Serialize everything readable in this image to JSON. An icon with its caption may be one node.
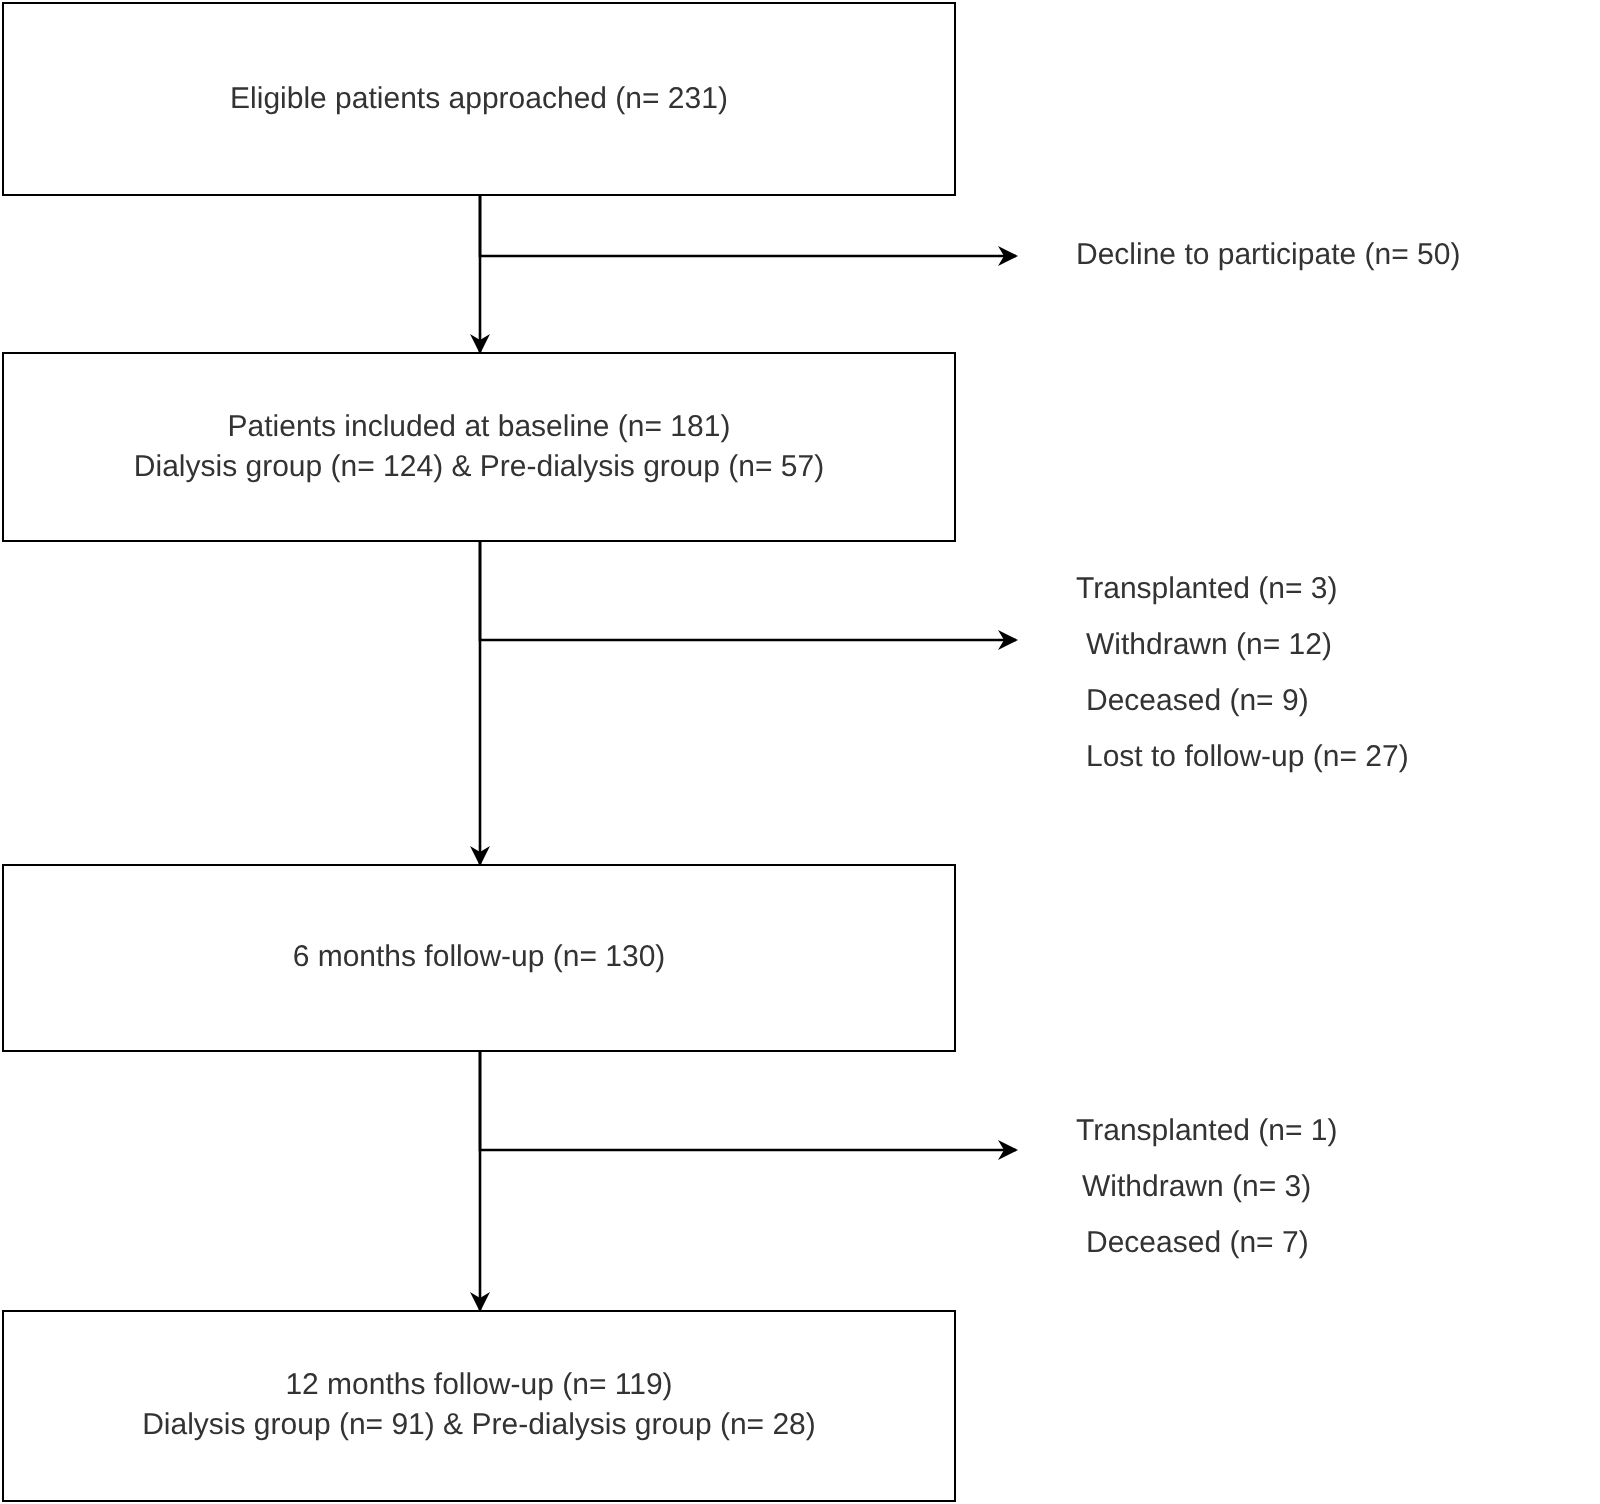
{
  "diagram": {
    "nodes": [
      {
        "text": [
          "Eligible patients approached (n= 231)"
        ]
      },
      {
        "text": [
          "Decline to participate (n= 50)"
        ]
      },
      {
        "text": [
          "Patients included at baseline (n= 181)",
          "Dialysis group (n= 124) & Pre-dialysis group (n= 57)"
        ]
      },
      {
        "text": [
          "Transplanted (n= 3)",
          "Withdrawn (n= 12)",
          "Deceased (n= 9)",
          "Lost to follow-up (n= 27)"
        ]
      },
      {
        "text": [
          "6 months follow-up (n= 130)"
        ]
      },
      {
        "text": [
          "Transplanted (n= 1)",
          "Withdrawn (n= 3)",
          "Deceased (n= 7)"
        ]
      },
      {
        "text": [
          "12 months follow-up (n= 119)",
          "Dialysis group (n= 91) & Pre-dialysis group (n= 28)"
        ]
      }
    ],
    "edges": [
      {
        "from": 0,
        "to": 2,
        "arrow": "to"
      },
      {
        "from": 0,
        "to": 1,
        "arrow": "to"
      },
      {
        "from": 2,
        "to": 4,
        "arrow": "to"
      },
      {
        "from": 2,
        "to": 3,
        "arrow": "to"
      },
      {
        "from": 4,
        "to": 6,
        "arrow": "to"
      },
      {
        "from": 4,
        "to": 5,
        "arrow": "to"
      }
    ]
  }
}
